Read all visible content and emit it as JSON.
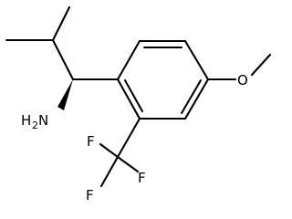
{
  "molecule": {
    "atoms": {
      "amine": {
        "symbol": "H",
        "subscript": "2",
        "suffix": "N"
      },
      "methoxy_oxygen": {
        "symbol": "O"
      },
      "fluorine_top": {
        "symbol": "F"
      },
      "fluorine_right": {
        "symbol": "F"
      },
      "fluorine_bottom": {
        "symbol": "F"
      }
    },
    "colors": {
      "bond": "#000000",
      "label": "#000000",
      "background": "#ffffff"
    }
  }
}
